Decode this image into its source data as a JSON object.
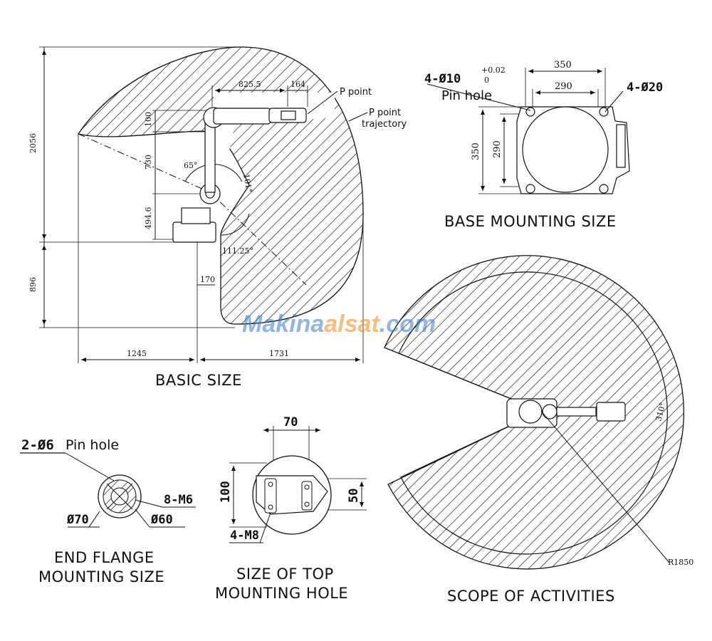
{
  "basic_size": {
    "title": "BASIC SIZE",
    "dims": {
      "height_total": "2056",
      "below_base": "896",
      "left_reach": "1245",
      "right_reach": "1731",
      "arm_length": "825.5",
      "wrist": "164",
      "h100": "100",
      "h730": "730",
      "h494": "494.6",
      "base_offset": "170",
      "angle_upper": "65°",
      "angle_j3": "101°",
      "angle_lower": "111.25°"
    },
    "callouts": {
      "p_point": "P point",
      "p_traj_1": "P point",
      "p_traj_2": "trajectory"
    }
  },
  "base_mounting": {
    "title": "BASE MOUNTING SIZE",
    "dims": {
      "w_outer": "350",
      "w_inner": "290",
      "h_outer": "350",
      "h_inner": "290",
      "pin_spec": "4-Ø10",
      "tol_upper": "+0.02",
      "tol_lower": "0",
      "pin_label": "Pin hole",
      "holes": "4-Ø20"
    }
  },
  "end_flange": {
    "title_line1": "END FLANGE",
    "title_line2": "MOUNTING SIZE",
    "pin_spec": "2-Ø6",
    "pin_label": "Pin hole",
    "thread": "8-M6",
    "d_outer": "Ø70",
    "d_inner": "Ø60"
  },
  "top_hole": {
    "title_line1": "SIZE OF TOP",
    "title_line2": "MOUNTING HOLE",
    "width": "70",
    "height": "100",
    "inner_height": "50",
    "thread": "4-M8"
  },
  "scope": {
    "title": "SCOPE OF ACTIVITIES",
    "angle": "310°",
    "radius": "R1850"
  },
  "watermark": {
    "part1": "Makina",
    "part2": "alsat",
    "part3": ".com"
  }
}
